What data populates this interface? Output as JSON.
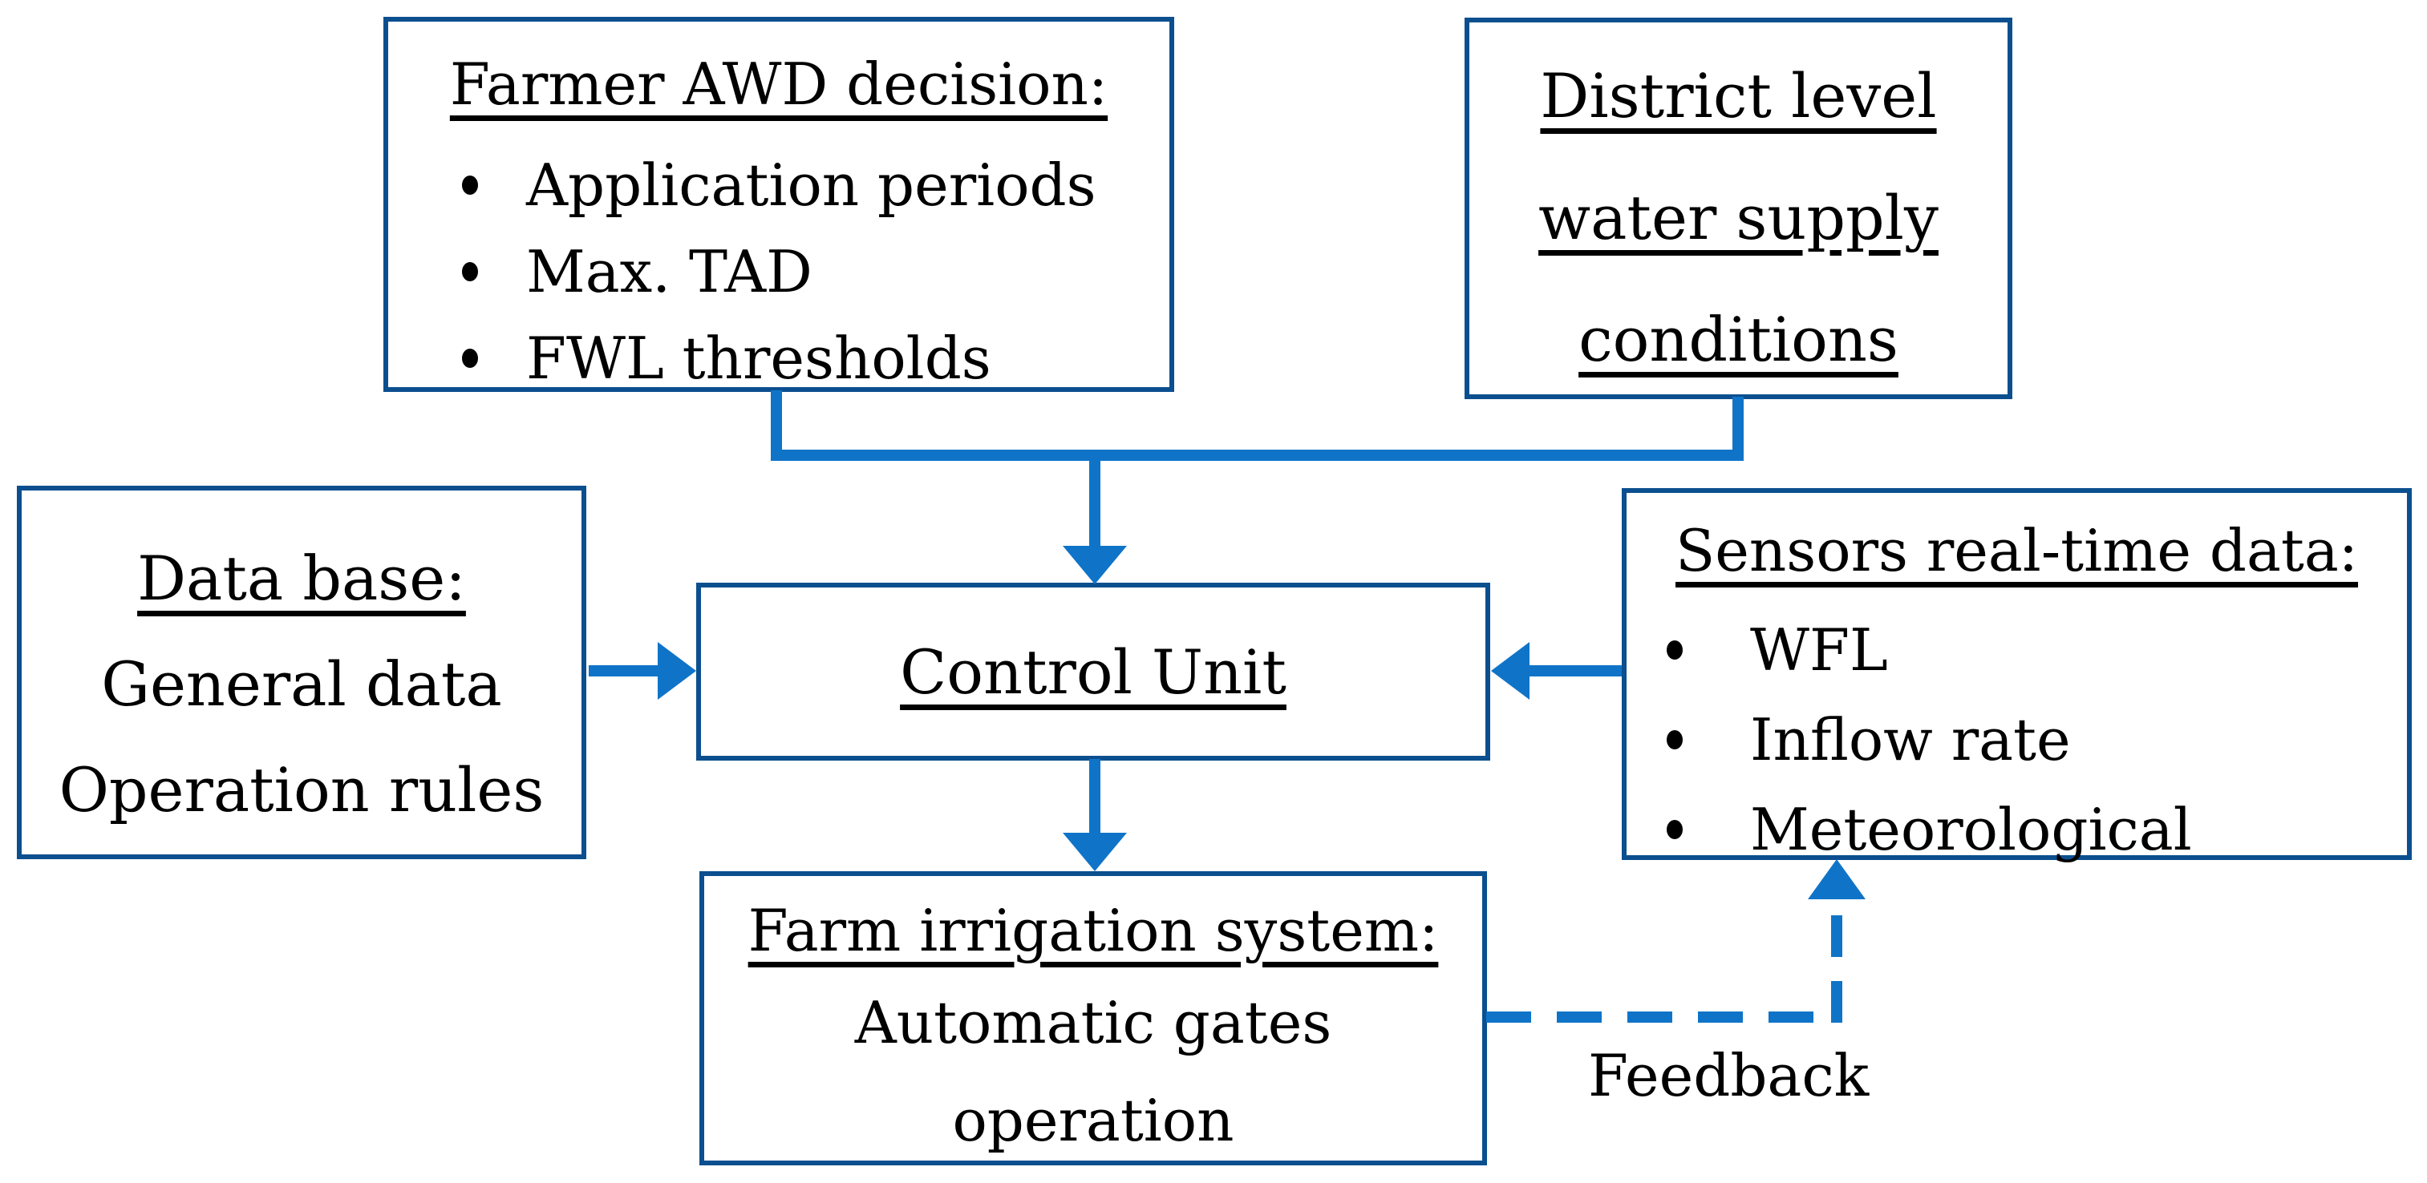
{
  "diagram": {
    "boxes": {
      "farmer_awd": {
        "title": "Farmer AWD decision:",
        "bullets": [
          "Application periods",
          "Max. TAD",
          "FWL thresholds"
        ]
      },
      "district": {
        "lines": [
          "District level",
          "water supply",
          "conditions"
        ]
      },
      "database": {
        "title": "Data base:",
        "lines": [
          "General data",
          "Operation rules"
        ]
      },
      "control_unit": {
        "title": "Control Unit"
      },
      "sensors": {
        "title": "Sensors real-time data:",
        "bullets": [
          "WFL",
          "Inflow rate",
          "Meteorological"
        ]
      },
      "farm_irrigation": {
        "title": "Farm irrigation system:",
        "lines": [
          "Automatic gates",
          "operation"
        ]
      }
    },
    "labels": {
      "feedback": "Feedback"
    },
    "colors": {
      "box_border": "#0b4f8f",
      "arrow": "#0f74c8",
      "text": "#000000",
      "background": "#ffffff"
    }
  }
}
